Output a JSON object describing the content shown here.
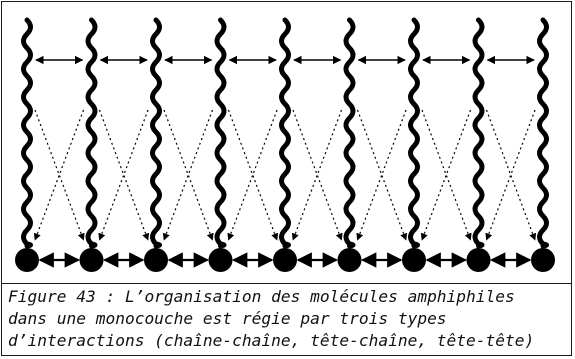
{
  "figure": {
    "molecule_count": 9,
    "colors": {
      "ink": "#000000",
      "background": "#ffffff",
      "border": "#1a1a1a"
    }
  },
  "caption": {
    "line1": "Figure 43 : L’organisation des molécules amphiphiles",
    "line2": "dans une monocouche est régie par trois types",
    "line3": "d’interactions (chaîne-chaîne, tête-chaîne, tête-tête)"
  }
}
